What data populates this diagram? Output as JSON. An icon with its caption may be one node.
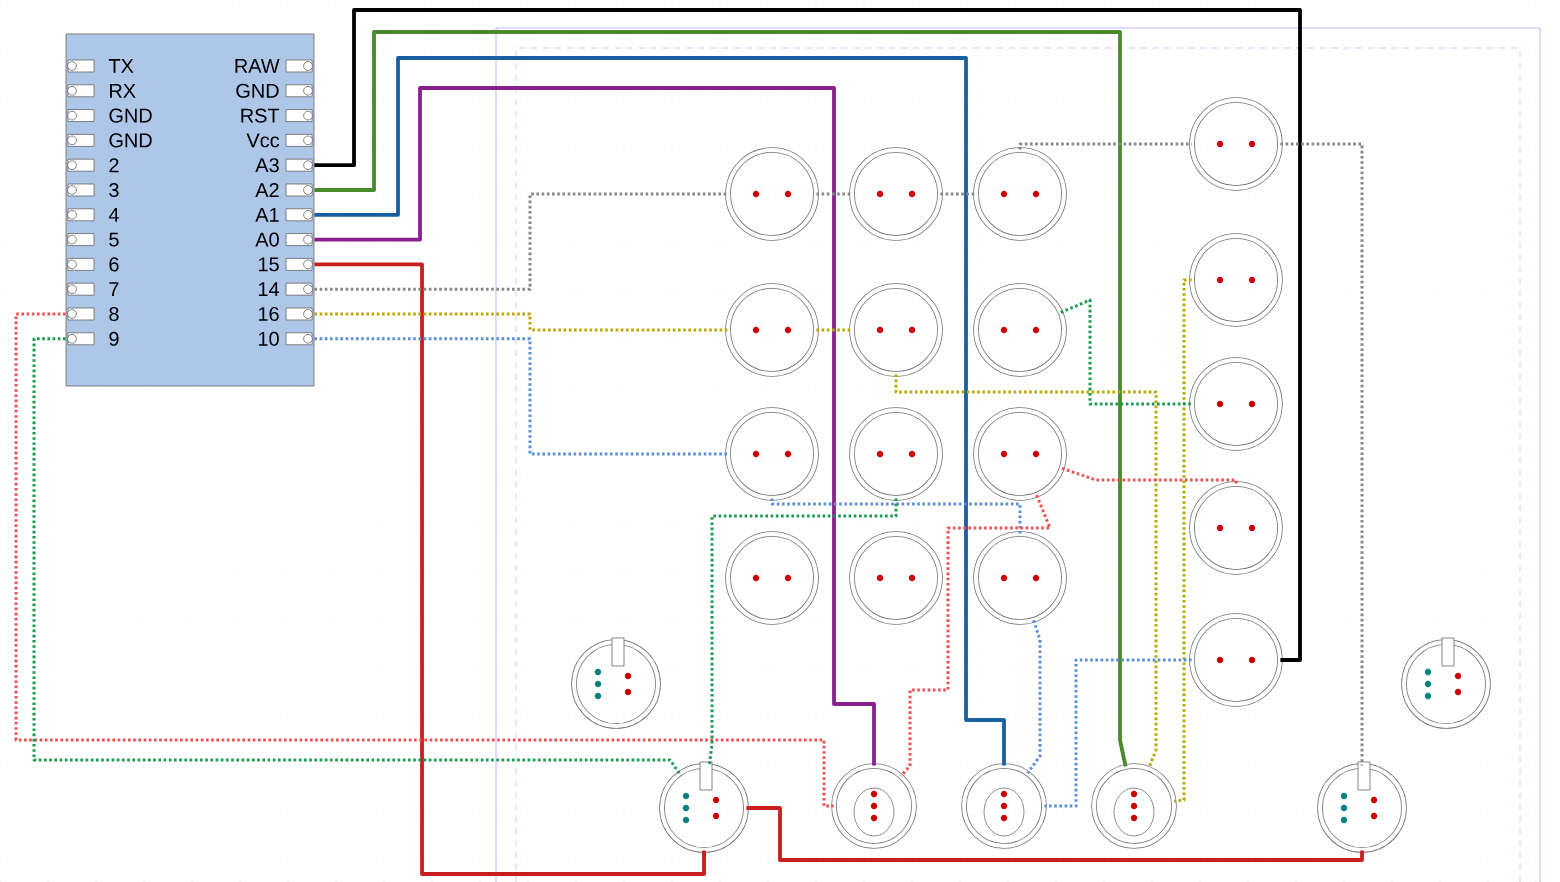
{
  "diagram": {
    "nodes": [
      {
        "text": [],
        "shape": "box"
      },
      {
        "text": [],
        "shape": "circle"
      },
      {
        "text": [],
        "shape": "circle"
      },
      {
        "text": [],
        "shape": "circle"
      },
      {
        "text": [],
        "shape": "circle"
      },
      {
        "text": [],
        "shape": "circle"
      },
      {
        "text": [],
        "shape": "circle"
      },
      {
        "text": [],
        "shape": "circle"
      },
      {
        "text": [],
        "shape": "circle"
      },
      {
        "text": [],
        "shape": "circle"
      },
      {
        "text": [],
        "shape": "circle"
      },
      {
        "text": [],
        "shape": "circle"
      },
      {
        "text": [],
        "shape": "circle"
      },
      {
        "text": [],
        "shape": "circle"
      },
      {
        "text": [],
        "shape": "circle"
      },
      {
        "text": [],
        "shape": "circle"
      },
      {
        "text": [],
        "shape": "circle"
      },
      {
        "text": [],
        "shape": "circle"
      },
      {
        "text": [],
        "shape": "circle"
      },
      {
        "text": [],
        "shape": "circle"
      },
      {
        "text": [],
        "shape": "circle"
      },
      {
        "text": [],
        "shape": "circle"
      },
      {
        "text": [],
        "shape": "circle"
      },
      {
        "text": [],
        "shape": "circle"
      },
      {
        "text": [],
        "shape": "circle"
      }
    ],
    "edges": [
      {
        "from": 0,
        "to": 17,
        "arrow": "none",
        "color": "#000000"
      },
      {
        "from": 0,
        "to": 23,
        "arrow": "none",
        "color": "#4a8a2a"
      },
      {
        "from": 0,
        "to": 22,
        "arrow": "none",
        "color": "#1a5fa0"
      },
      {
        "from": 0,
        "to": 21,
        "arrow": "none",
        "color": "#8a2090"
      },
      {
        "from": 0,
        "to": 20,
        "arrow": "none",
        "color": "#c81e1e"
      },
      {
        "from": 20,
        "to": 24,
        "arrow": "none",
        "color": "#c81e1e"
      },
      {
        "from": 0,
        "to": 1,
        "arrow": "none",
        "style": "dashed",
        "color": "#888888"
      },
      {
        "from": 1,
        "to": 2,
        "arrow": "none",
        "style": "dashed",
        "color": "#888888"
      },
      {
        "from": 2,
        "to": 3,
        "arrow": "none",
        "style": "dashed",
        "color": "#888888"
      },
      {
        "from": 3,
        "to": 13,
        "arrow": "none",
        "style": "dashed",
        "color": "#888888"
      },
      {
        "from": 13,
        "to": 24,
        "arrow": "none",
        "style": "dashed",
        "color": "#888888"
      },
      {
        "from": 0,
        "to": 4,
        "arrow": "none",
        "style": "dashed",
        "color": "#b8a800"
      },
      {
        "from": 4,
        "to": 5,
        "arrow": "none",
        "style": "dashed",
        "color": "#b8a800"
      },
      {
        "from": 5,
        "to": 23,
        "arrow": "none",
        "style": "dashed",
        "color": "#b8a800"
      },
      {
        "from": 14,
        "to": 23,
        "arrow": "none",
        "style": "dashed",
        "color": "#b8a800"
      },
      {
        "from": 0,
        "to": 7,
        "arrow": "none",
        "style": "dashed",
        "color": "#5b8fd6"
      },
      {
        "from": 7,
        "to": 12,
        "arrow": "none",
        "style": "dashed",
        "color": "#5b8fd6"
      },
      {
        "from": 12,
        "to": 22,
        "arrow": "none",
        "style": "dashed",
        "color": "#5b8fd6"
      },
      {
        "from": 17,
        "to": 22,
        "arrow": "none",
        "style": "dashed",
        "color": "#5b8fd6"
      },
      {
        "from": 0,
        "to": 21,
        "arrow": "none",
        "style": "dashed",
        "color": "#f05050"
      },
      {
        "from": 9,
        "to": 21,
        "arrow": "none",
        "style": "dashed",
        "color": "#f05050"
      },
      {
        "from": 9,
        "to": 16,
        "arrow": "none",
        "style": "dashed",
        "color": "#f05050"
      },
      {
        "from": 0,
        "to": 20,
        "arrow": "none",
        "style": "dashed",
        "color": "#1a9a50"
      },
      {
        "from": 8,
        "to": 20,
        "arrow": "none",
        "style": "dashed",
        "color": "#1a9a50"
      },
      {
        "from": 6,
        "to": 15,
        "arrow": "none",
        "style": "dashed",
        "color": "#1a9a50"
      }
    ],
    "labels": [
      "TX",
      "RAW",
      "RX",
      "GND",
      "GND",
      "RST",
      "GND",
      "Vcc",
      "2",
      "A3",
      "3",
      "A2",
      "4",
      "A1",
      "5",
      "A0",
      "6",
      "15",
      "7",
      "14",
      "8",
      "16",
      "9",
      "10"
    ]
  }
}
